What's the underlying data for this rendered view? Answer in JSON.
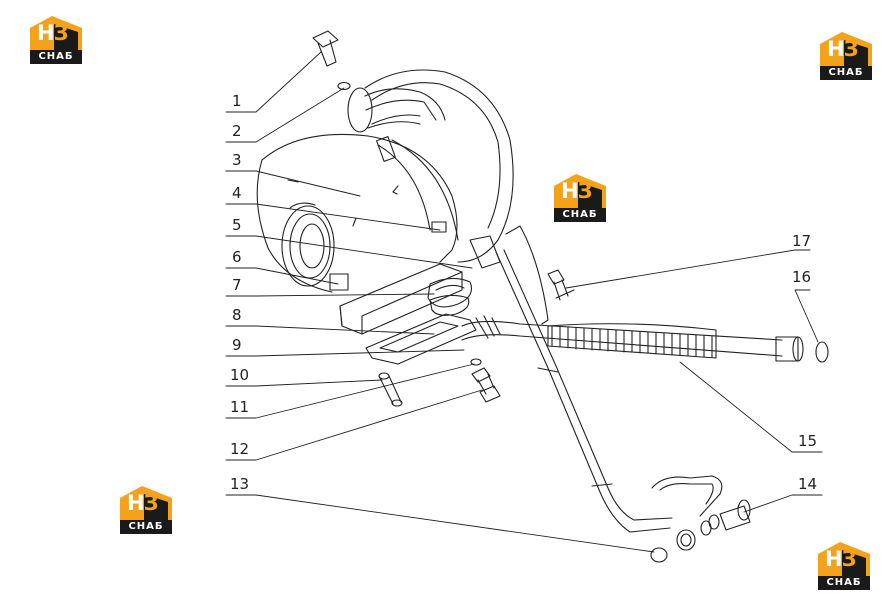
{
  "diagram": {
    "callouts": [
      "1",
      "2",
      "3",
      "4",
      "5",
      "6",
      "7",
      "8",
      "9",
      "10",
      "11",
      "12",
      "13",
      "14",
      "15",
      "16",
      "17"
    ],
    "line_color": "#222222"
  },
  "logo": {
    "mark_left": "Н",
    "mark_right": "З",
    "caption": "СНАБ",
    "accent_color": "#f4a21b",
    "dark_color": "#1a1a1a"
  }
}
